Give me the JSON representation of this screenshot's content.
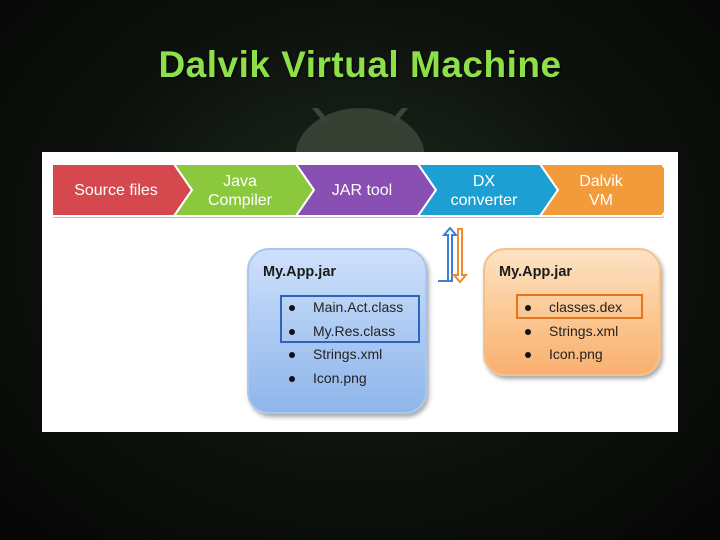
{
  "title": "Dalvik Virtual Machine",
  "pipeline": [
    {
      "label": "Source files",
      "color": "#d5484e"
    },
    {
      "label": "Java\nCompiler",
      "color": "#8cc83e"
    },
    {
      "label": "JAR tool",
      "color": "#8a4fb2"
    },
    {
      "label": "DX\nconverter",
      "color": "#1e9fd3"
    },
    {
      "label": "Dalvik\nVM",
      "color": "#f39a3b"
    }
  ],
  "jar_box": {
    "title": "My.App.jar",
    "items": [
      "Main.Act.class",
      "My.Res.class",
      "Strings.xml",
      "Icon.png"
    ]
  },
  "dex_box": {
    "title": "My.App.jar",
    "items": [
      "classes.dex",
      "Strings.xml",
      "Icon.png"
    ]
  },
  "colors": {
    "title": "#8ee04a",
    "jar_highlight": "#2f64b8",
    "dex_highlight": "#e2751d",
    "arrow_blue": "#3b7fd6",
    "arrow_orange": "#f08a2c"
  }
}
